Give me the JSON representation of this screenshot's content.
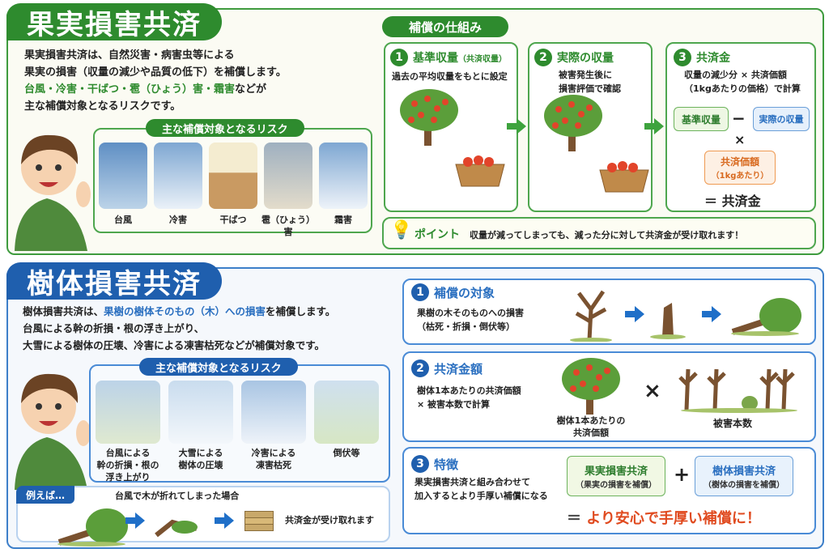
{
  "fruit": {
    "title": "果実損害共済",
    "desc": {
      "line1": "果実損害共済は、自然災害・病害虫等による",
      "line2": "果実の損害（収量の減少や品質の低下）を補償します。",
      "line3_hl": "台風・冷害・干ばつ・雹（ひょう）害・霜害",
      "line3_rest": "などが",
      "line4": "主な補償対象となるリスクです。"
    },
    "risks": {
      "title": "主な補償対象となるリスク",
      "items": [
        "台風",
        "冷害",
        "干ばつ",
        "雹（ひょう）害",
        "霜害"
      ]
    },
    "mechanism": {
      "title": "補償の仕組み",
      "steps": [
        {
          "num": "1",
          "title": "基準収量",
          "sub": "（共済収量）",
          "desc": "過去の平均収量をもとに設定"
        },
        {
          "num": "2",
          "title": "実際の収量",
          "sub": "",
          "desc": "被害発生後に\n損害評価で確認"
        },
        {
          "num": "3",
          "title": "共済金",
          "sub": "",
          "desc": "収量の減少分 × 共済価額\n（1kgあたりの価格）で計算"
        }
      ]
    },
    "formula": {
      "a": "基準収量",
      "minus": "−",
      "b": "実際の収量",
      "times": "×",
      "c": "共済価額",
      "c_sub": "（1kgあたり）",
      "equals": "＝",
      "result": "共済金"
    },
    "point": {
      "label": "ポイント",
      "text": "収量が減ってしまっても、減った分に対して共済金が受け取れます！"
    }
  },
  "tree": {
    "title": "樹体損害共済",
    "desc": {
      "l1_pre": "樹体損害共済は、",
      "l1_hl": "果樹の樹体そのもの（木）への損害",
      "l1_post": "を補償します。",
      "l2": "台風による幹の折損・根の浮き上がり、",
      "l3": "大雪による樹体の圧壊、冷害による凍害枯死などが補償対象です。"
    },
    "risks": {
      "title": "主な補償対象となるリスク",
      "items": [
        "台風による\n幹の折損・根の\n浮き上がり",
        "大雪による\n樹体の圧壊",
        "冷害による\n凍害枯死",
        "倒伏等"
      ]
    },
    "example": {
      "label": "例えば…",
      "caption": "台風で木が折れてしまった場合",
      "result": "共済金が受け取れます"
    },
    "cards": [
      {
        "num": "1",
        "title": "補償の対象",
        "desc": "果樹の木そのものへの損害\n（枯死・折損・倒伏等）"
      },
      {
        "num": "2",
        "title": "共済金額",
        "desc": "樹体1本あたりの共済価額\n× 被害本数で計算",
        "cap1": "樹体1本あたりの\n共済価額",
        "times": "×",
        "cap2": "被害本数"
      },
      {
        "num": "3",
        "title": "特徴",
        "desc": "果実損害共済と組み合わせて\n加入するとより手厚い補償になる",
        "box1": "果実損害共済",
        "box1_sub": "（果実の損害を補償）",
        "plus": "+",
        "box2": "樹体損害共済",
        "box2_sub": "（樹体の損害を補償）",
        "equals": "＝",
        "result": "より安心で手厚い補償に！"
      }
    ]
  },
  "colors": {
    "green": "#2e8b2e",
    "blue": "#1f5fae",
    "red": "#e04a1f"
  }
}
